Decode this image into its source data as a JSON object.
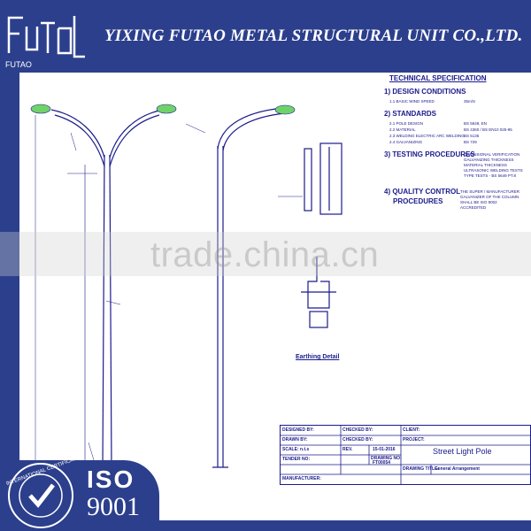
{
  "header": {
    "logo_text": "FUTAO",
    "company_name": "YIXING FUTAO METAL STRUCTURAL UNIT  CO.,LTD."
  },
  "spec": {
    "title": "TECHNICAL SPECIFICATION",
    "sections": [
      {
        "heading": "1) DESIGN CONDITIONS",
        "items": [
          {
            "label": "1.1 BASIC WIND SPEED",
            "value": "35m/S"
          }
        ]
      },
      {
        "heading": "2) STANDARDS",
        "items": [
          {
            "label": "2.1 POLE DESIGN",
            "value": "BS 5649, EN"
          },
          {
            "label": "2.2 MATERIAL",
            "value": "BS 4360 / BS EN10 025-95"
          },
          {
            "label": "2.3 WELDING ELECTRIC ARC WELDING",
            "value": "BS 5135"
          },
          {
            "label": "2.4 GALVANIZING",
            "value": "BS 729"
          }
        ]
      },
      {
        "heading": "3) TESTING PROCEDURES",
        "items": [
          {
            "label": "",
            "value": "DIMENSIONAL VERIFICATION"
          },
          {
            "label": "",
            "value": "GALVANIZING THICKNESS"
          },
          {
            "label": "",
            "value": "MATERIAL THICKNESS"
          },
          {
            "label": "",
            "value": "ULTRASONIC WELDING TESTS"
          },
          {
            "label": "",
            "value": "TYPE TESTS - BS 5649 PT.8"
          }
        ]
      },
      {
        "heading": "4) QUALITY CONTROL",
        "heading2": "PROCEDURES",
        "items": [
          {
            "label": "",
            "value": "THE SUPER / MANUFACTURER"
          },
          {
            "label": "",
            "value": "GALVANIZER OF THE COLUMN"
          },
          {
            "label": "",
            "value": "SHALL BE ISO 9002"
          },
          {
            "label": "",
            "value": "ACCREDITED"
          }
        ]
      }
    ]
  },
  "earthing_label": "Earthing Detail",
  "watermark": "trade.china.cn",
  "title_block": {
    "designed_by": "DESIGNED BY:",
    "checked_by": "CHECKED BY:",
    "client": "CLIENT:",
    "drawn_by": "DRAWN BY:",
    "checked_by2": "CHECKED BY:",
    "project": "PROJECT:",
    "project_value": "Street Light Pole",
    "scale": "SCALE: n.t.s",
    "rev": "REV.",
    "date": "15-01-2016",
    "tender_no": "TENDER NO:",
    "drawing_no_label": "DRAWING NO:",
    "drawing_no": "FT00054",
    "drawing_title_label": "DRAWING TITLE:",
    "drawing_title": "General Arrangement",
    "manufacturer": "MANUFACTURER:"
  },
  "iso": {
    "seal_text": "INTERNATIONAL CERTIFICATION",
    "label": "ISO",
    "number": "9001"
  },
  "colors": {
    "brand_blue": "#2c3f8c",
    "drawing_ink": "#1a1a8c",
    "lamp_green": "#6fd36a"
  }
}
